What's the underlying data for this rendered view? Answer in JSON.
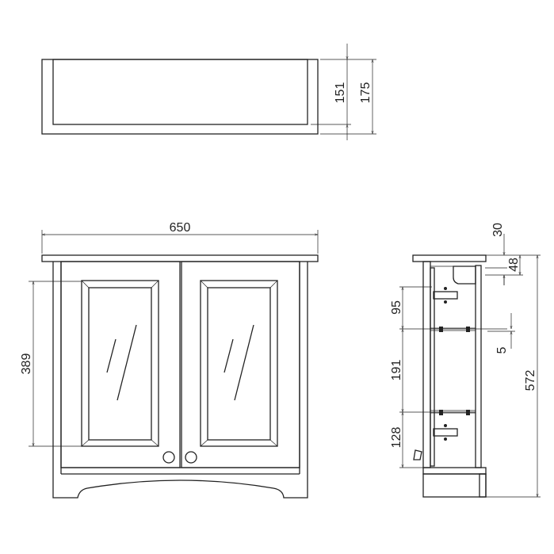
{
  "drawing": {
    "views": [
      "top-view",
      "front-view",
      "side-section-view"
    ],
    "line_color": "#222222",
    "dimensions": {
      "top_inner_depth": "151",
      "top_outer_depth": "175",
      "width": "650",
      "glass_height": "389",
      "top_thickness": "30",
      "top_to_shelf": "48",
      "total_height": "572",
      "upper_gap": "95",
      "middle_gap": "191",
      "lower_gap": "128",
      "shelf_thickness": "5"
    }
  }
}
